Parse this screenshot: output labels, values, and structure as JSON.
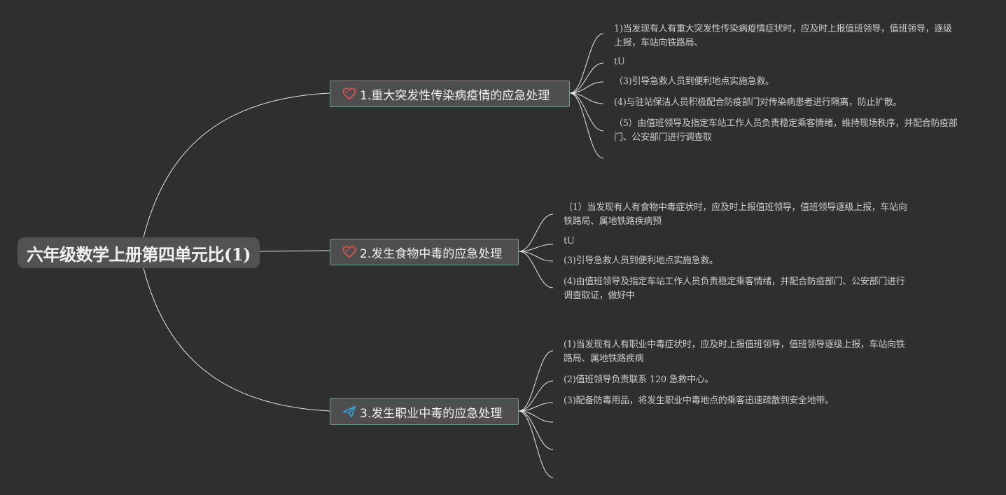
{
  "root": {
    "title": "六年级数学上册第四单元比(1)"
  },
  "branches": [
    {
      "title": "1.重大突发性传染病疫情的应急处理",
      "icon": "heart-icon",
      "icon_color": "#d9534f",
      "items": [
        "1)当发现有人有重大突发性传染病疫情症状时，应及时上报值班领导，值班领导，逐级上报，车站向铁路局、",
        "tU",
        "（3)引导急救人员到便利地点实施急救。",
        "(4)与驻站保洁人员积极配合防疫部门对传染病患者进行隔离，防止扩散。",
        "（5）由值班领导及指定车站工作人员负责稳定乘客情绪，维持现场秩序，并配合防疫部门、公安部门进行调查取",
        ""
      ]
    },
    {
      "title": "2.发生食物中毒的应急处理",
      "icon": "heart-icon",
      "icon_color": "#d9534f",
      "items": [
        "（1）当发现有人有食物中毒症状时，应及时上报值班领导，值班领导逐级上报，车站向铁路局、属地铁路疾病预",
        "tU",
        "(3)引导急救人员到便利地点实施急救。",
        "(4)由值班领导及指定车站工作人员负责稳定乘客情绪，并配合防疫部门、公安部门进行调查取证，做好中"
      ]
    },
    {
      "title": "3.发生职业中毒的应急处理",
      "icon": "paper-plane-icon",
      "icon_color": "#3aa0d8",
      "items": [
        "(1)当发现有人有职业中毒症状时，应及时上报值班领导，值班领导逐级上报，车站向铁路局、属地铁路疾病",
        "(2)值班领导负责联系 120 急救中心。",
        "(3)配备防毒用品，将发生职业中毒地点的乘客迅速疏散到安全地带。",
        "",
        "",
        ""
      ]
    }
  ],
  "colors": {
    "background": "#2f2f2f",
    "connector": "#e8e8e8",
    "branch_border": "#6f9a90",
    "root_fill": "#525252"
  }
}
